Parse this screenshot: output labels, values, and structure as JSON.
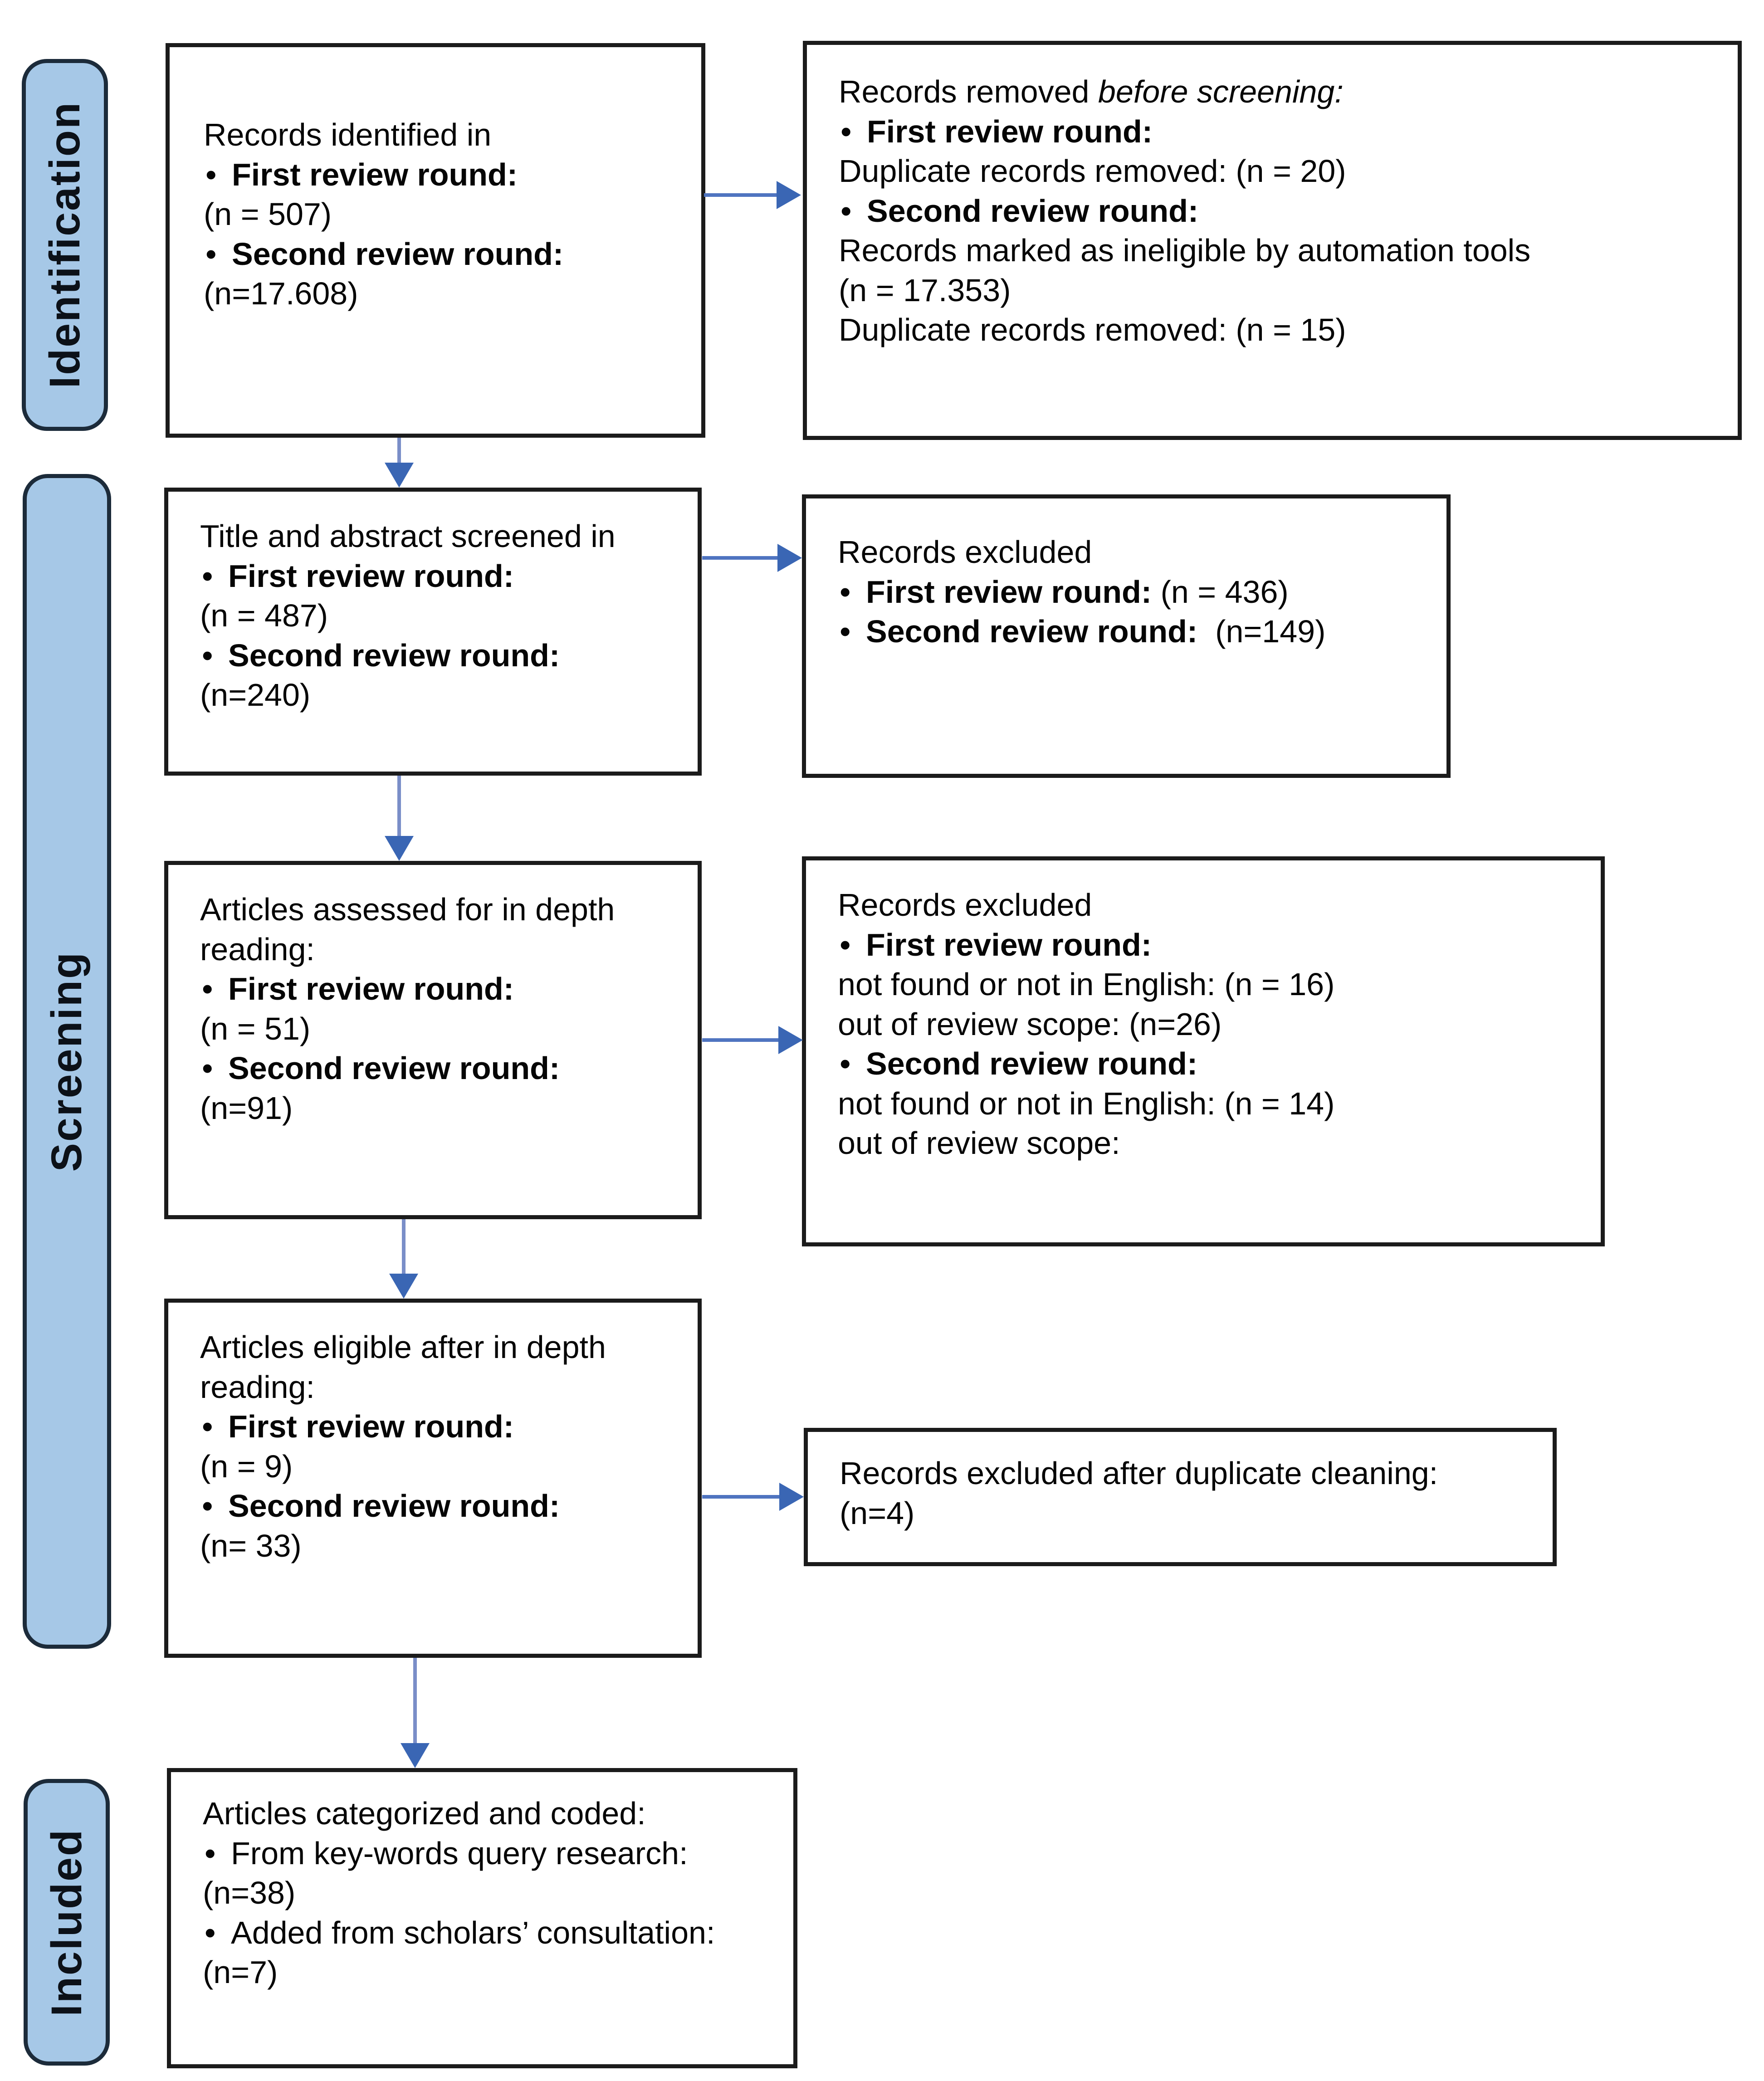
{
  "labels": {
    "identification": "Identification",
    "screening": "Screening",
    "included": "Included"
  },
  "bullet_glyph": "•",
  "colors": {
    "sidebar_fill": "#a6c8e7",
    "sidebar_border": "#1c2b3a",
    "box_border": "#1b1b1b",
    "arrow_line": "#4f74c0",
    "arrow_head": "#3a66b4"
  },
  "l1": {
    "title": "Records identified in",
    "b1": "First review round:",
    "v1": "(n = 507)",
    "b2": "Second review round:",
    "v2": "(n=17.608)"
  },
  "r1": {
    "title_regular": "Records removed ",
    "title_italic": "before screening:",
    "b1": "First review round:",
    "b1l1": "Duplicate records removed: (n = 20)",
    "b2": "Second review round:",
    "b2l1": "Records marked as ineligible by automation tools",
    "b2l2": "(n = 17.353)",
    "b2l3": "Duplicate records removed: (n = 15)"
  },
  "l2": {
    "title": "Title and abstract screened in",
    "b1": "First review round:",
    "v1": "(n = 487)",
    "b2": "Second review round:",
    "v2": "(n=240)"
  },
  "r2": {
    "title": "Records excluded",
    "b1": "First review round:",
    "v1": " (n = 436)",
    "b2": "Second review round:",
    "v2": "  (n=149)"
  },
  "l3": {
    "title": "Articles assessed for in depth reading:",
    "b1": "First review round:",
    "v1": "(n = 51)",
    "b2": "Second review round:",
    "v2": "(n=91)"
  },
  "r3": {
    "title": "Records excluded",
    "b1": "First review round:",
    "b1l1": "not found or not in English: (n = 16)",
    "b1l2": "out of review scope: (n=26)",
    "b2": "Second review round:",
    "b2l1": "not found or not in English: (n = 14)",
    "b2l2": "out of review scope:"
  },
  "l4": {
    "title": "Articles eligible after in depth reading:",
    "b1": "First review round:",
    "v1": "(n = 9)",
    "b2": "Second review round:",
    "v2": "(n= 33)"
  },
  "r4": {
    "line1": "Records excluded after duplicate cleaning:",
    "line2": "(n=4)"
  },
  "l5": {
    "title": "Articles categorized and coded:",
    "b1": "From key-words query research:",
    "v1": "(n=38)",
    "b2": "Added from scholars’ consultation:",
    "v2": "(n=7)"
  }
}
